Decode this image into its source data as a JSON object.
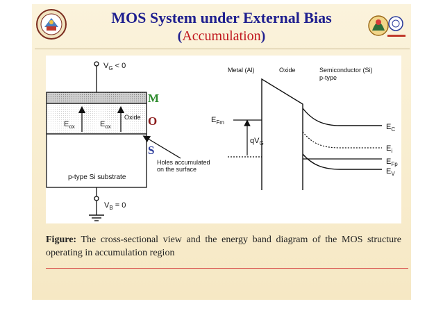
{
  "slide": {
    "title": "MOS System under External Bias",
    "subtitle_open": "(",
    "subtitle_word": "Accumulation",
    "subtitle_close": ")"
  },
  "logos": {
    "left": "university-seal-icon",
    "right": "institute-emblem-icon"
  },
  "cross_section": {
    "gate_label": "V",
    "gate_sub": "G",
    "gate_cond": " < 0",
    "body_label": "V",
    "body_sub": "B",
    "body_cond": " = 0",
    "eox_left": "E",
    "eox_left_sub": "ox",
    "eox_right": "E",
    "eox_right_sub": "ox",
    "oxide_label": "Oxide",
    "substrate_label": "p-type Si substrate",
    "holes_line1": "Holes accumulated",
    "holes_line2": "on the surface",
    "letters": {
      "m": "M",
      "o": "O",
      "s": "S"
    },
    "colors": {
      "m": "#2e8b2e",
      "o": "#8b1a1a",
      "s": "#2a3a9a"
    }
  },
  "band_diagram": {
    "metal_label": "Metal (Al)",
    "oxide_label": "Oxide",
    "semi_line1": "Semiconductor (Si)",
    "semi_line2": "p-type",
    "efm": "E",
    "efm_sub": "Fm",
    "qvg": "qV",
    "qvg_sub": "G",
    "ec": "E",
    "ec_sub": "C",
    "ei": "E",
    "ei_sub": "i",
    "efp": "E",
    "efp_sub": "Fp",
    "ev": "E",
    "ev_sub": "V"
  },
  "caption": {
    "lead": "Figure:",
    "text": " The cross-sectional view and the energy band diagram of the MOS structure operating in accumulation region"
  }
}
